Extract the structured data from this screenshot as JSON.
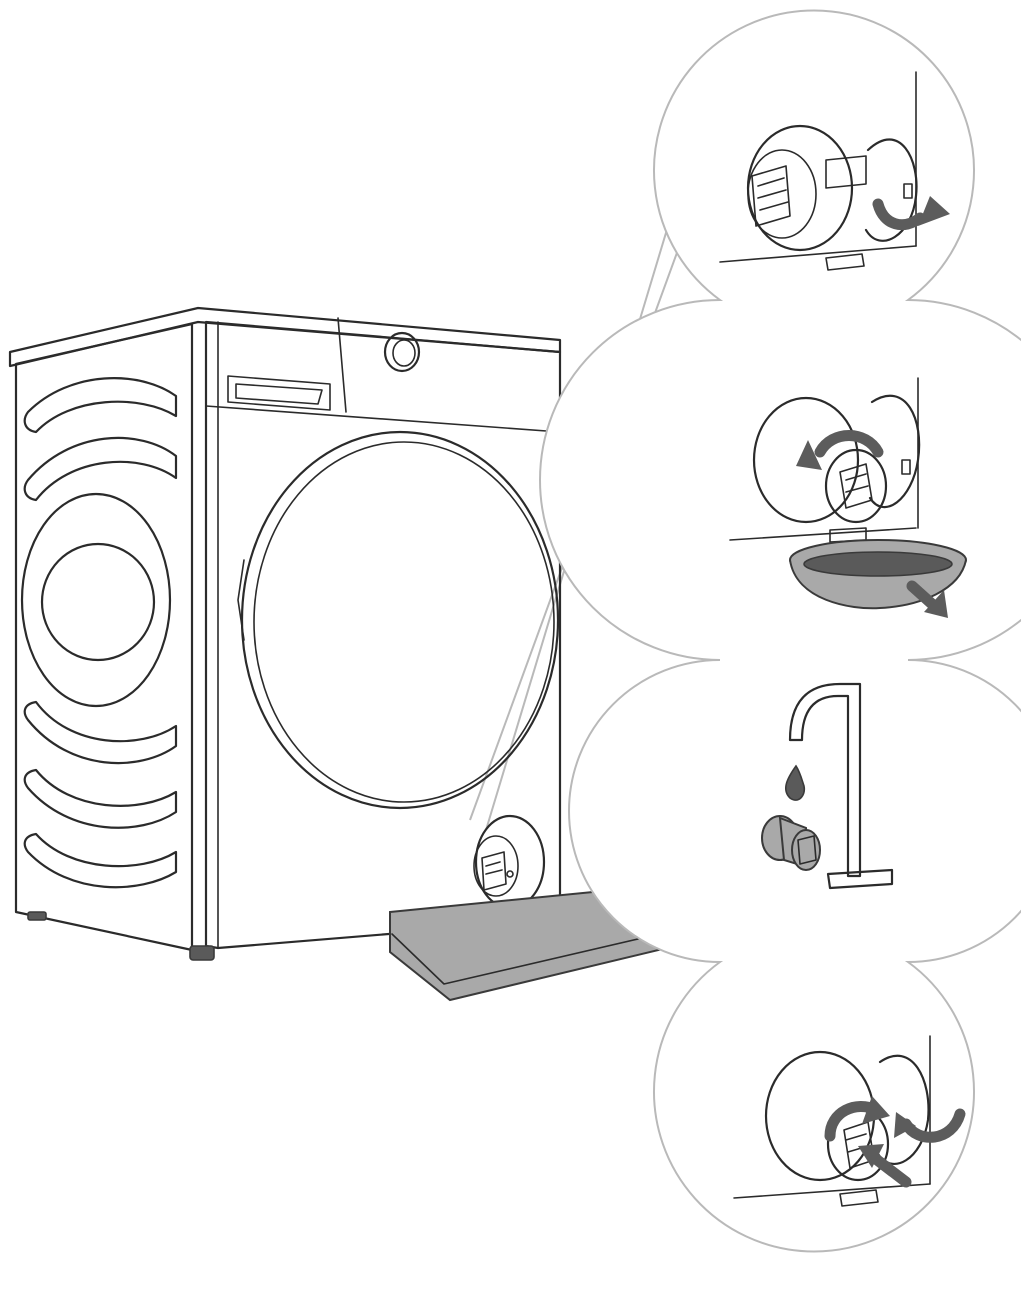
{
  "figure": {
    "steps": [
      {
        "id": 1,
        "icon": "open-service-door-icon"
      },
      {
        "id": 2,
        "icon": "unscrew-filter-drain-icon"
      },
      {
        "id": 3,
        "icon": "rinse-filter-under-tap-icon"
      },
      {
        "id": 4,
        "icon": "reinsert-filter-icon"
      }
    ],
    "colors": {
      "line": "#2b2b2b",
      "bubble_outline": "#b9b9b9",
      "tray_fill": "#a9a9a9",
      "arrow_fill": "#5c5c5c"
    }
  }
}
